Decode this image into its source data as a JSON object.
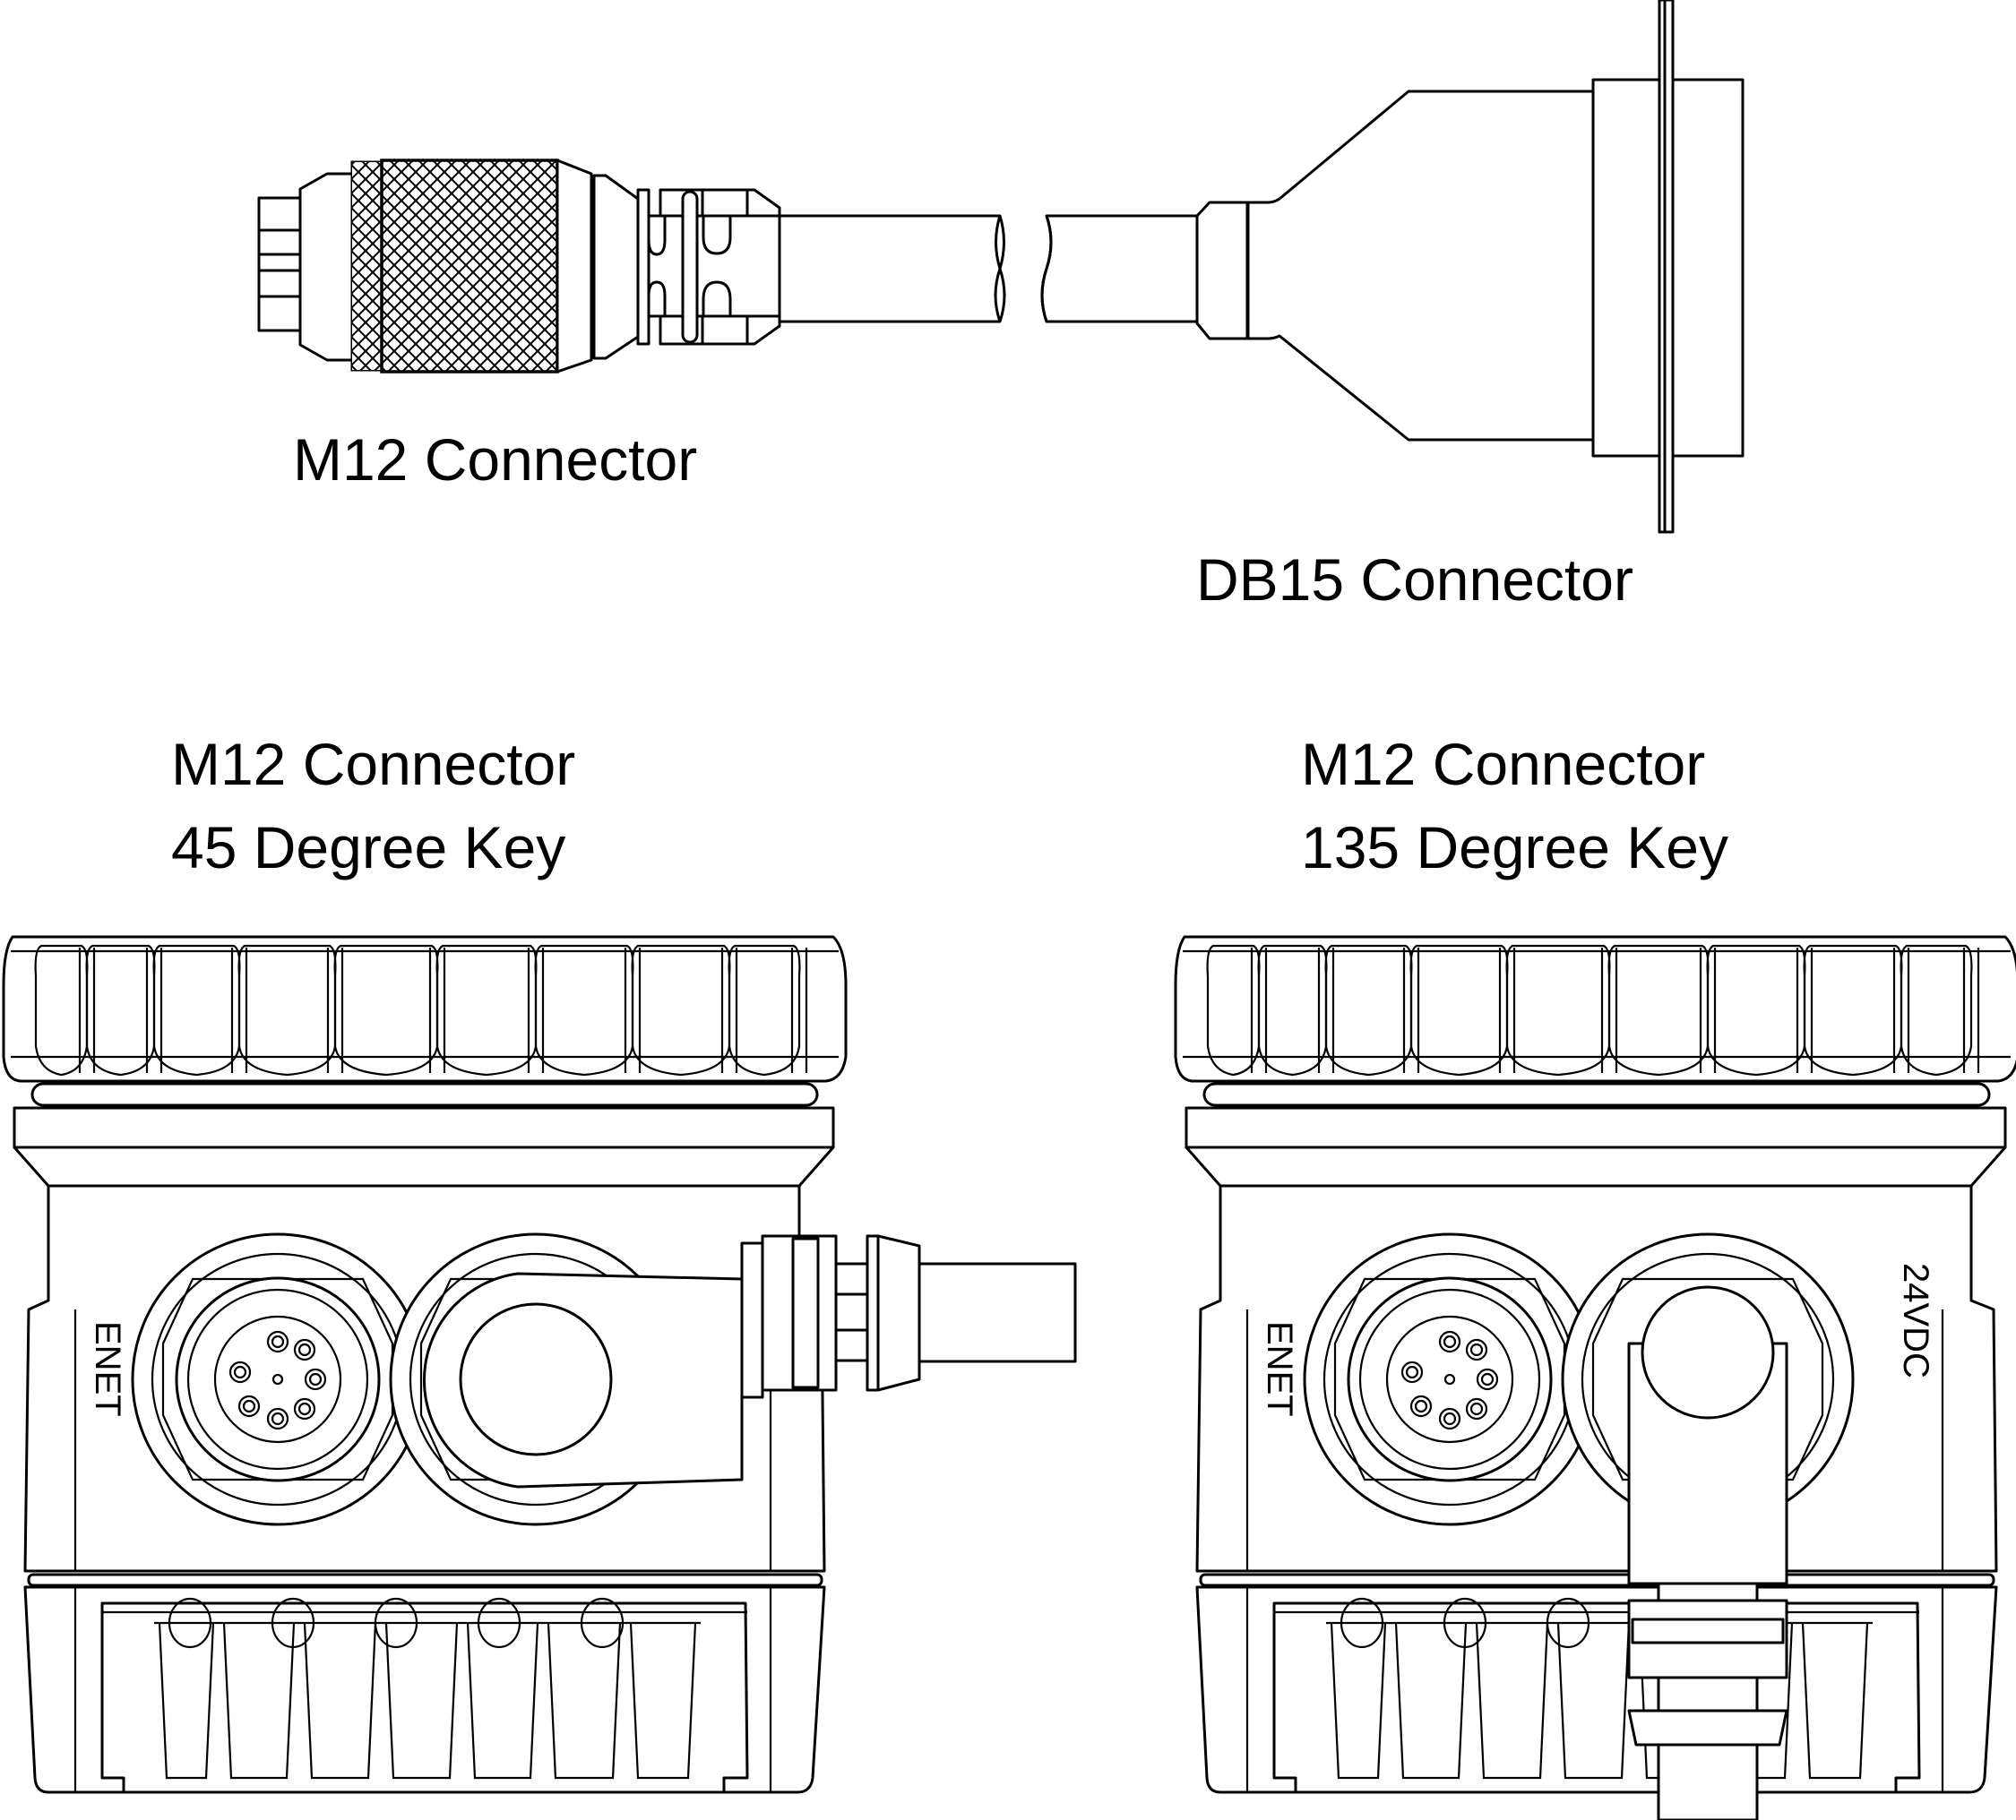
{
  "diagram": {
    "title": "M12 to DB15 cable and M12 connector key orientations",
    "colors": {
      "line": "#000000",
      "background": "#ffffff"
    },
    "labels": {
      "cable_m12": "M12 Connector",
      "cable_db15": "DB15 Connector",
      "left_device_line1": "M12 Connector",
      "left_device_line2": "45 Degree Key",
      "right_device_line1": "M12 Connector",
      "right_device_line2": "135 Degree Key"
    },
    "devices": [
      {
        "name": "45-degree-key-device",
        "port_labels": [
          "ENET"
        ],
        "led_count": 5
      },
      {
        "name": "135-degree-key-device",
        "port_labels": [
          "ENET",
          "24VDC"
        ],
        "led_count": 4
      }
    ]
  }
}
